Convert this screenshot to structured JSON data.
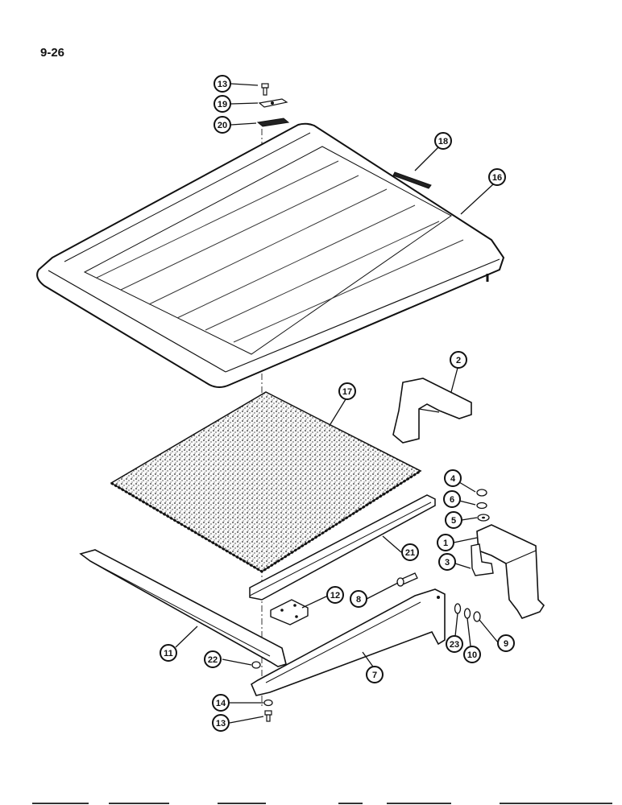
{
  "page": {
    "number": "9-26"
  },
  "callouts": [
    {
      "id": "c13a",
      "label": "13"
    },
    {
      "id": "c19",
      "label": "19"
    },
    {
      "id": "c20",
      "label": "20"
    },
    {
      "id": "c18",
      "label": "18"
    },
    {
      "id": "c16",
      "label": "16"
    },
    {
      "id": "c2",
      "label": "2"
    },
    {
      "id": "c17",
      "label": "17"
    },
    {
      "id": "c4",
      "label": "4"
    },
    {
      "id": "c6",
      "label": "6"
    },
    {
      "id": "c5",
      "label": "5"
    },
    {
      "id": "c1",
      "label": "1"
    },
    {
      "id": "c3",
      "label": "3"
    },
    {
      "id": "c21",
      "label": "21"
    },
    {
      "id": "c12",
      "label": "12"
    },
    {
      "id": "c8",
      "label": "8"
    },
    {
      "id": "c23",
      "label": "23"
    },
    {
      "id": "c10",
      "label": "10"
    },
    {
      "id": "c9",
      "label": "9"
    },
    {
      "id": "c11",
      "label": "11"
    },
    {
      "id": "c22",
      "label": "22"
    },
    {
      "id": "c7",
      "label": "7"
    },
    {
      "id": "c14",
      "label": "14"
    },
    {
      "id": "c13b",
      "label": "13"
    }
  ]
}
